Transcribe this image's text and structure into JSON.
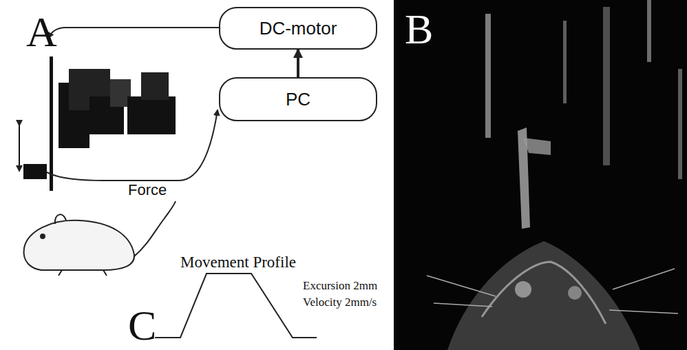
{
  "diagram": {
    "nodes": [
      {
        "text": [
          "DC-motor"
        ]
      },
      {
        "text": [
          "PC"
        ]
      }
    ],
    "edges": [
      {
        "from": 1,
        "to": 0,
        "arrow": "to"
      }
    ],
    "labels": [
      "A",
      "Force",
      "Movement Profile",
      "Excursion 2mm",
      "Velocity 2mm/s",
      "C",
      "B"
    ]
  }
}
